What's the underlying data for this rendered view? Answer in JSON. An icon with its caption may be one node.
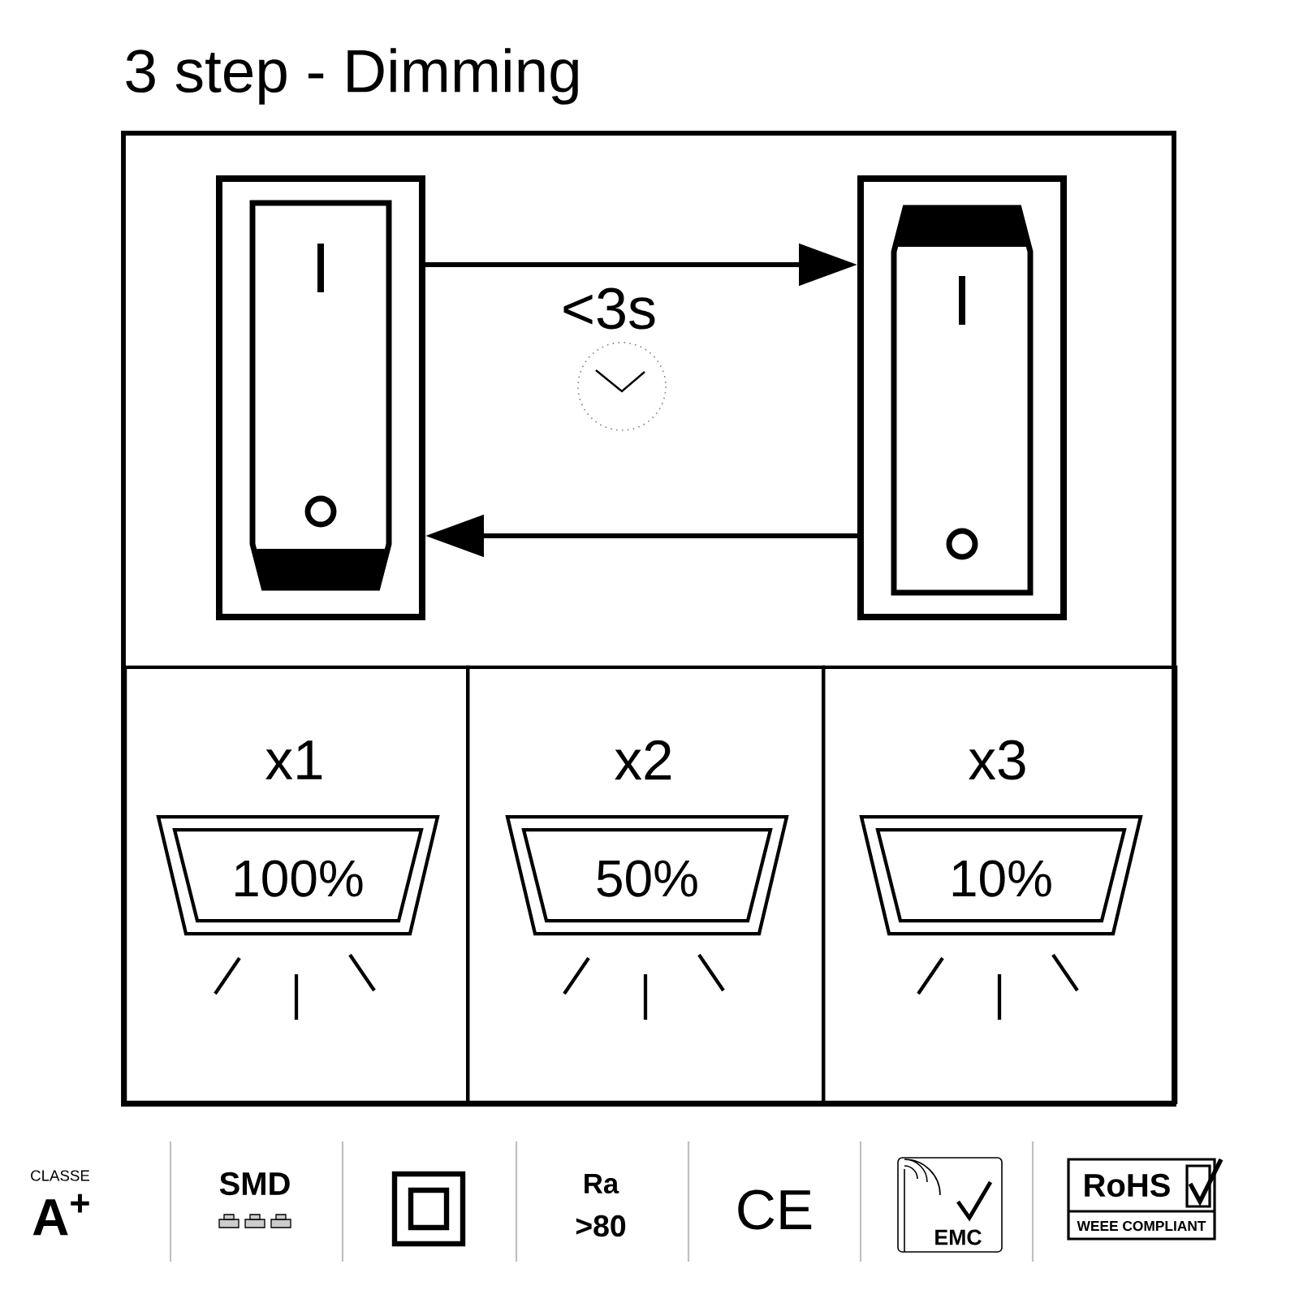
{
  "diagram": {
    "title": "3 step - Dimming",
    "nodes": [
      {
        "text": [],
        "shape": "switch"
      },
      {
        "text": [],
        "shape": "switch"
      },
      {
        "text": [
          "x1"
        ]
      },
      {
        "text": [
          "100%"
        ],
        "in": 2
      },
      {
        "text": [
          "x2"
        ]
      },
      {
        "text": [
          "50%"
        ],
        "in": 4
      },
      {
        "text": [
          "x3"
        ]
      },
      {
        "text": [
          "10%"
        ],
        "in": 6
      }
    ],
    "edges": [
      {
        "from": 0,
        "to": 1,
        "arrow": "to",
        "label": "<3s"
      },
      {
        "from": 1,
        "to": 0,
        "arrow": "to"
      }
    ],
    "labels": [
      "CLASSE",
      "A$^{+}$",
      "SMD",
      "Ra",
      ">80",
      "CE",
      "EMC",
      "RoHS",
      "WEEE COMPLIANT"
    ]
  }
}
